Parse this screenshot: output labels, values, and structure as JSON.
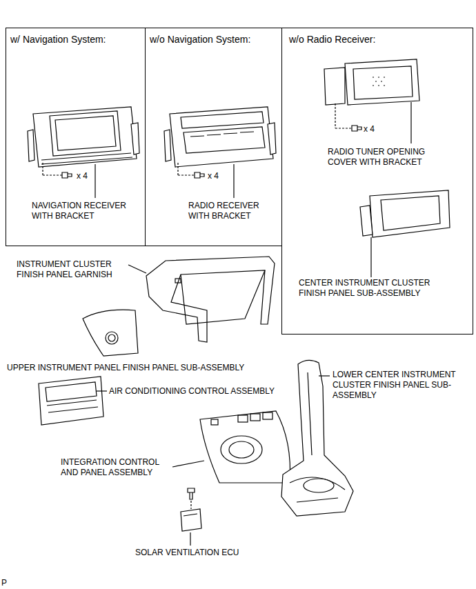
{
  "diagram": {
    "nodes": [
      {
        "text": [
          "w/ Navigation System:",
          "x 4",
          "NAVIGATION RECEIVER WITH BRACKET"
        ]
      },
      {
        "text": [
          "w/o Navigation System:",
          "x 4",
          "RADIO RECEIVER WITH BRACKET"
        ]
      },
      {
        "text": [
          "w/o Radio Receiver:",
          "x 4",
          "RADIO TUNER OPENING COVER WITH BRACKET",
          "CENTER INSTRUMENT CLUSTER FINISH PANEL SUB-ASSEMBLY"
        ]
      }
    ],
    "labels": [
      "INSTRUMENT CLUSTER FINISH PANEL GARNISH",
      "UPPER INSTRUMENT PANEL FINISH PANEL SUB-ASSEMBLY",
      "AIR CONDITIONING CONTROL ASSEMBLY",
      "LOWER CENTER INSTRUMENT CLUSTER FINISH PANEL SUB-ASSEMBLY",
      "INTEGRATION CONTROL AND PANEL ASSEMBLY",
      "SOLAR VENTILATION ECU",
      "P"
    ]
  }
}
